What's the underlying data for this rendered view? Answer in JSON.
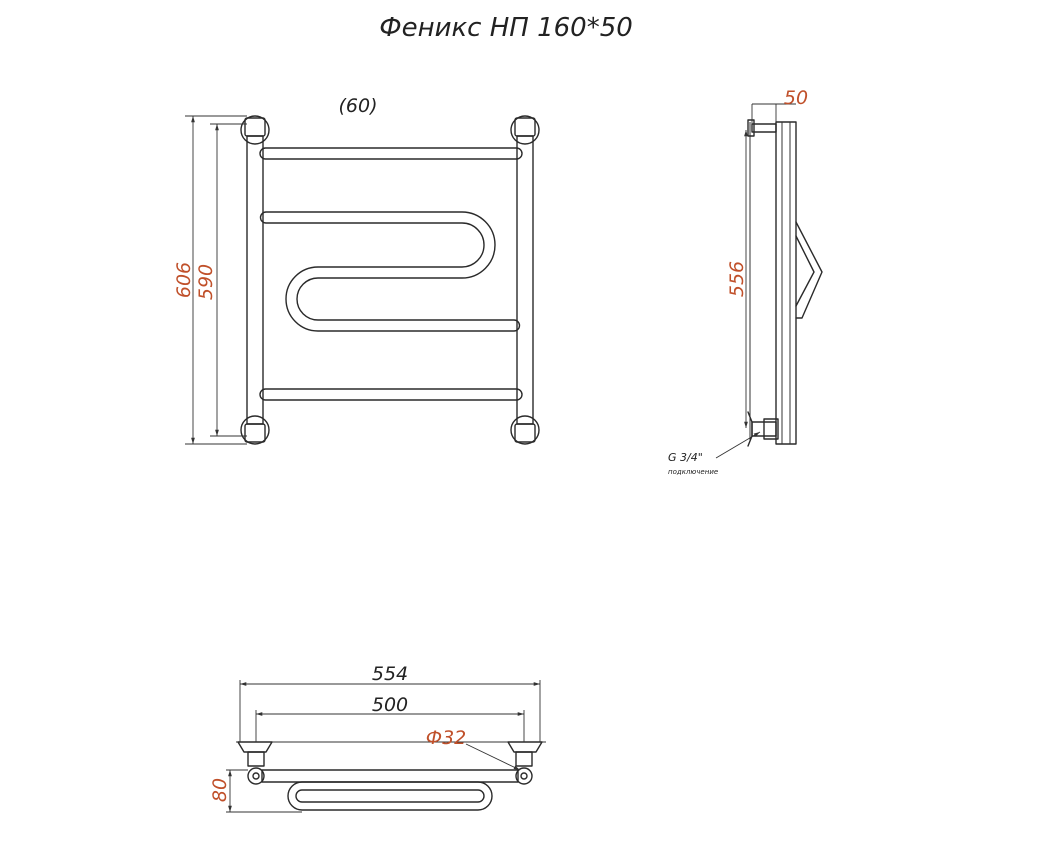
{
  "title": "Феникс НП 160*50",
  "front_view": {
    "label_top": "(60)",
    "dim_overall_height": "606",
    "dim_center_height": "590"
  },
  "side_view": {
    "dim_depth": "50",
    "dim_height": "556",
    "connection_label": "G 3/4\"",
    "connection_sublabel": "подключение"
  },
  "top_view": {
    "dim_overall_width": "554",
    "dim_center_width": "500",
    "dim_pipe_diameter": "Ф32",
    "dim_wall_offset": "80"
  },
  "colors": {
    "accent_dimension": "#c0502a",
    "line": "#2a2a2a"
  }
}
